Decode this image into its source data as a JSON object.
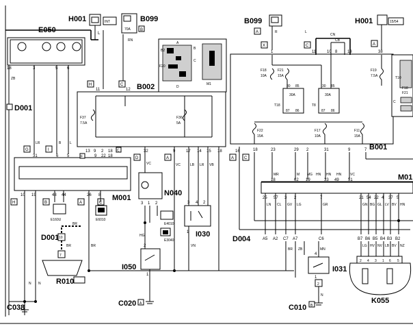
{
  "components": {
    "h001_left": "H001",
    "b099_left": "B099",
    "e050": "E050",
    "b002": "B002",
    "b099_right": "B099",
    "h001_right": "H001",
    "b001": "B001",
    "d001_top": "D001",
    "m001": "M001",
    "n040": "N040",
    "i030": "I030",
    "d004": "D004",
    "m01": "M01",
    "d001_bottom": "D001",
    "r010": "R010",
    "i050": "I050",
    "i031": "I031",
    "k055": "K055",
    "c038": "C038",
    "c020": "C020",
    "c010": "C010",
    "e160u": "E160U",
    "e6010": "E6010",
    "e4010": "E4010",
    "e3040": "E3040"
  },
  "tags": {
    "int": "INT",
    "b099_fuse": "70A",
    "h001_r_tag": "15/54"
  },
  "connectors": {
    "l_box": "L",
    "b_box1": "B",
    "h_b002": "H",
    "c_b002": "C",
    "a_b099r": "A",
    "x_b001": "X",
    "c_b001": "C",
    "a_b001": "A",
    "g_m001": "G",
    "i_m001": "I",
    "f_m001": "F",
    "e_m001": "E",
    "d_n040": "D",
    "a_b002": "A",
    "c_b002b": "C",
    "a_b002b": "A",
    "h_m001": "H",
    "b_m001": "B",
    "a_m001": "A",
    "c_m001": "C",
    "a_c020": "A",
    "b_c010": "B"
  },
  "fuses": {
    "f37": "F37",
    "f37_a": "7.5A",
    "f36": "F36",
    "f36_a": "5A",
    "f18": "F18",
    "f18_a": "10A",
    "f21": "F21",
    "f21_a": "15A",
    "f19": "F19",
    "f19_a": "7.5A",
    "f22": "F22",
    "f22_a": "15A",
    "f17": "F17",
    "f17_a": "10A",
    "f11": "F11",
    "f11_a": "15A",
    "t18": "T18",
    "t8": "T8",
    "r30a": "30A",
    "r30b": "30A"
  },
  "pins": {
    "e050": [
      "18",
      "3",
      "5",
      "6"
    ],
    "b002_top": [
      "11",
      "12"
    ],
    "b002_bottom": [
      "13",
      "9",
      "2",
      "18",
      "32",
      "9",
      "17",
      "14",
      "15",
      "18",
      "16"
    ],
    "b001_top": [
      "1",
      "11",
      "10",
      "8",
      "13",
      "38"
    ],
    "b001_bottom": [
      "18",
      "23",
      "29",
      "2",
      "31",
      "9",
      "7"
    ],
    "relay_a": [
      "30",
      "85",
      "87",
      "86"
    ],
    "relay_b": [
      "30",
      "85",
      "87",
      "86"
    ],
    "m001_top": [
      "31",
      "6",
      "5",
      "9",
      "22",
      "18"
    ],
    "m001_bottom": [
      "10",
      "19",
      "43",
      "44",
      "26",
      "8"
    ],
    "m01_top": [
      "18",
      "62",
      "19",
      "33",
      "49",
      "51"
    ],
    "m01_bottom": [
      "25",
      "57",
      "3",
      "2",
      "7",
      "21",
      "54",
      "22",
      "4",
      "37",
      "5"
    ],
    "d004": [
      "A5",
      "A2",
      "C7",
      "A7",
      "C6",
      "B7",
      "B6",
      "B5",
      "B4",
      "B3",
      "B2"
    ],
    "k055": [
      "2",
      "4",
      "3",
      "1",
      "6",
      "5"
    ],
    "n040": [
      "3",
      "1",
      "2"
    ],
    "i030": [
      "3",
      "4",
      "2",
      "1"
    ],
    "i050": [
      "2",
      "1"
    ],
    "i031": [
      "4",
      "1",
      "2"
    ],
    "d001_b": [
      "10",
      "7"
    ]
  },
  "wire_colors": {
    "zb": "ZB",
    "lr": "LR",
    "b1": "B",
    "l1": "L",
    "rn": "RN",
    "cn": "CN",
    "cb": "CB",
    "l2": "L",
    "r": "R",
    "vc1": "VC",
    "vc2": "VC",
    "lb1": "LB",
    "lr2": "LR",
    "vb": "VB",
    "mr": "MR",
    "m": "M",
    "mg": "MG",
    "hn1": "HN",
    "hn2": "HN",
    "hn3": "HN",
    "vc3": "VC",
    "ln": "LN",
    "cl": "CL",
    "gv": "GV",
    "lg": "LG",
    "gr": "GR",
    "gn": "GN",
    "bg": "BG",
    "gl": "GL",
    "lv": "LV",
    "bv": "BV",
    "hn4": "HN",
    "br1": "BR",
    "br2": "BR",
    "br3": "BR",
    "zb2": "ZB",
    "mn": "MN",
    "n1": "N",
    "n2": "N",
    "n3": "N",
    "hg": "HG",
    "vn": "VN",
    "lg2": "LG",
    "hv": "HV",
    "nv": "NV",
    "lb2": "LB",
    "bv2": "BV",
    "nz": "NZ"
  },
  "misc": {
    "b2": "B2",
    "m1": "M1",
    "f20": "F20",
    "a_lbl": "A",
    "b_lbl": "B",
    "c_lbl": "C",
    "d_lbl": "D",
    "f25": "F25",
    "t10": "T10",
    "f18b": "F18",
    "f21b": "F21",
    "c_side": "C"
  }
}
